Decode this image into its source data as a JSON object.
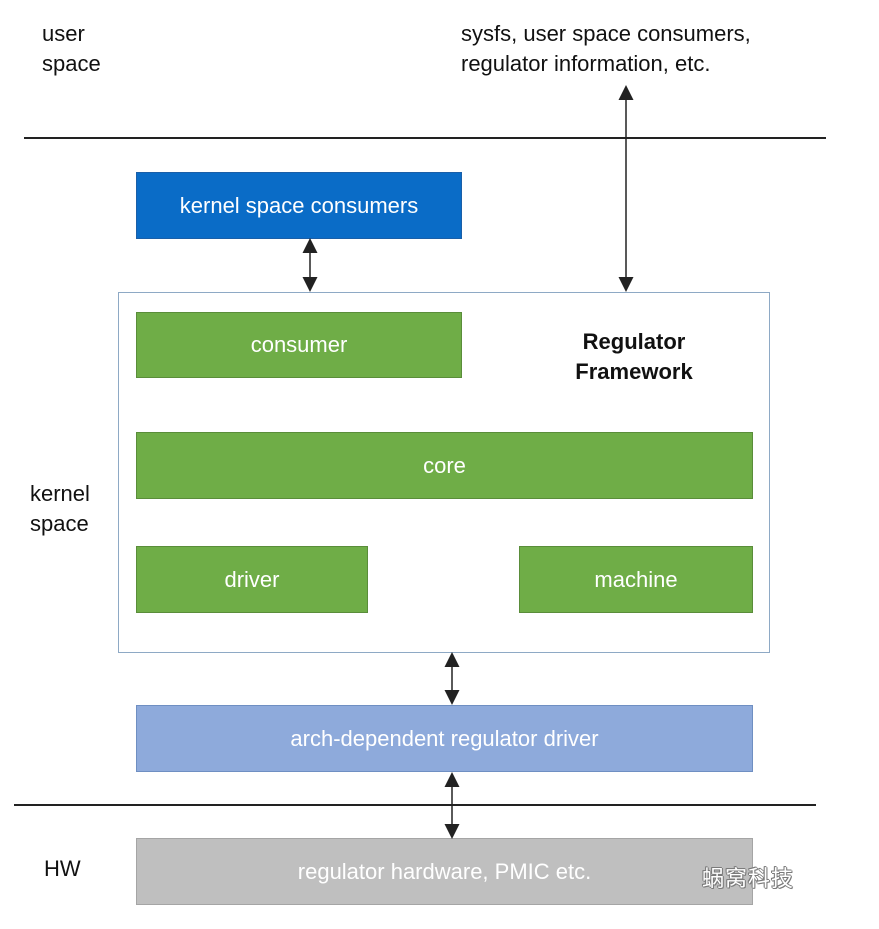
{
  "labels": {
    "user_space": "user\nspace",
    "kernel_space": "kernel\nspace",
    "hw": "HW",
    "sysfs_info": "sysfs, user space consumers,\nregulator information, etc."
  },
  "blocks": {
    "kernel_space_consumers": "kernel space consumers",
    "consumer": "consumer",
    "core": "core",
    "driver": "driver",
    "machine": "machine",
    "arch_dependent_driver": "arch-dependent regulator driver",
    "regulator_hardware": "regulator hardware, PMIC etc."
  },
  "framework": {
    "title": "Regulator\nFramework"
  },
  "watermark": {
    "text": "蜗窝科技"
  },
  "colors": {
    "green": "#6fad47",
    "blue_dark": "#0a6cc7",
    "blue_light": "#8eaadb",
    "gray": "#bfbfbf",
    "line": "#222222"
  }
}
